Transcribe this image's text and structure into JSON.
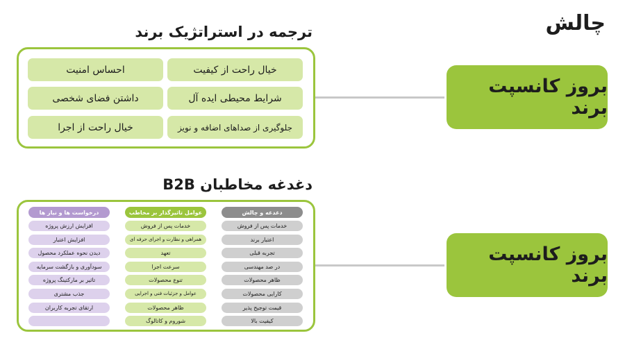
{
  "challenge_title": "چالش",
  "concept_label_1": "بروز کانسپت برند",
  "concept_label_2": "بروز کانسپت برند",
  "strategy": {
    "title": "ترجمه در استراتژیک برند",
    "cells": [
      "خیال راحت از کیفیت",
      "احساس امنیت",
      "شرایط محیطی ایده آل",
      "داشتن فضای شخصی",
      "جلوگیری از صداهای اضافه و نویز",
      "خیال راحت از اجرا"
    ]
  },
  "b2b": {
    "title": "دغدغه مخاطبان B2B",
    "columns": [
      {
        "header": "دغدغه و چالش",
        "items": [
          "خدمات پس از فروش",
          "اعتبار برند",
          "تجربه قبلی",
          "در صد مهندسی",
          "ظاهر محصولات",
          "کارایی محصولات",
          "قیمت توجیح پذیر",
          "کیفیت بالا"
        ]
      },
      {
        "header": "عوامل تاثیرگذار بر مخاطب",
        "items": [
          "خدمات پس از فروش",
          "همراهی و نظارت و اجرای حرفه ای",
          "تعهد",
          "سرعت اجرا",
          "تنوع محصولات",
          "عوامل و جزئیات فنی و اجرایی",
          "ظاهر محصولات",
          "شوروم و کاتالوگ"
        ]
      },
      {
        "header": "درخواست ها و نیاز ها",
        "items": [
          "افزایش ارزش پروژه",
          "افزایش اعتبار",
          "دیدن نحوه عملکرد محصول",
          "سودآوری و بازگشت سرمایه",
          "تاثیر بر مارکتینگ پروژه",
          "جذب مشتری",
          "ارتقای تجربه کاربران",
          ""
        ]
      }
    ]
  },
  "colors": {
    "accent_green": "#9bc53d",
    "light_green": "#d6e8a8",
    "gray": "#8d8d8d",
    "light_gray": "#cfcfcf",
    "purple": "#b39ad0",
    "light_purple": "#ddd1ec"
  }
}
